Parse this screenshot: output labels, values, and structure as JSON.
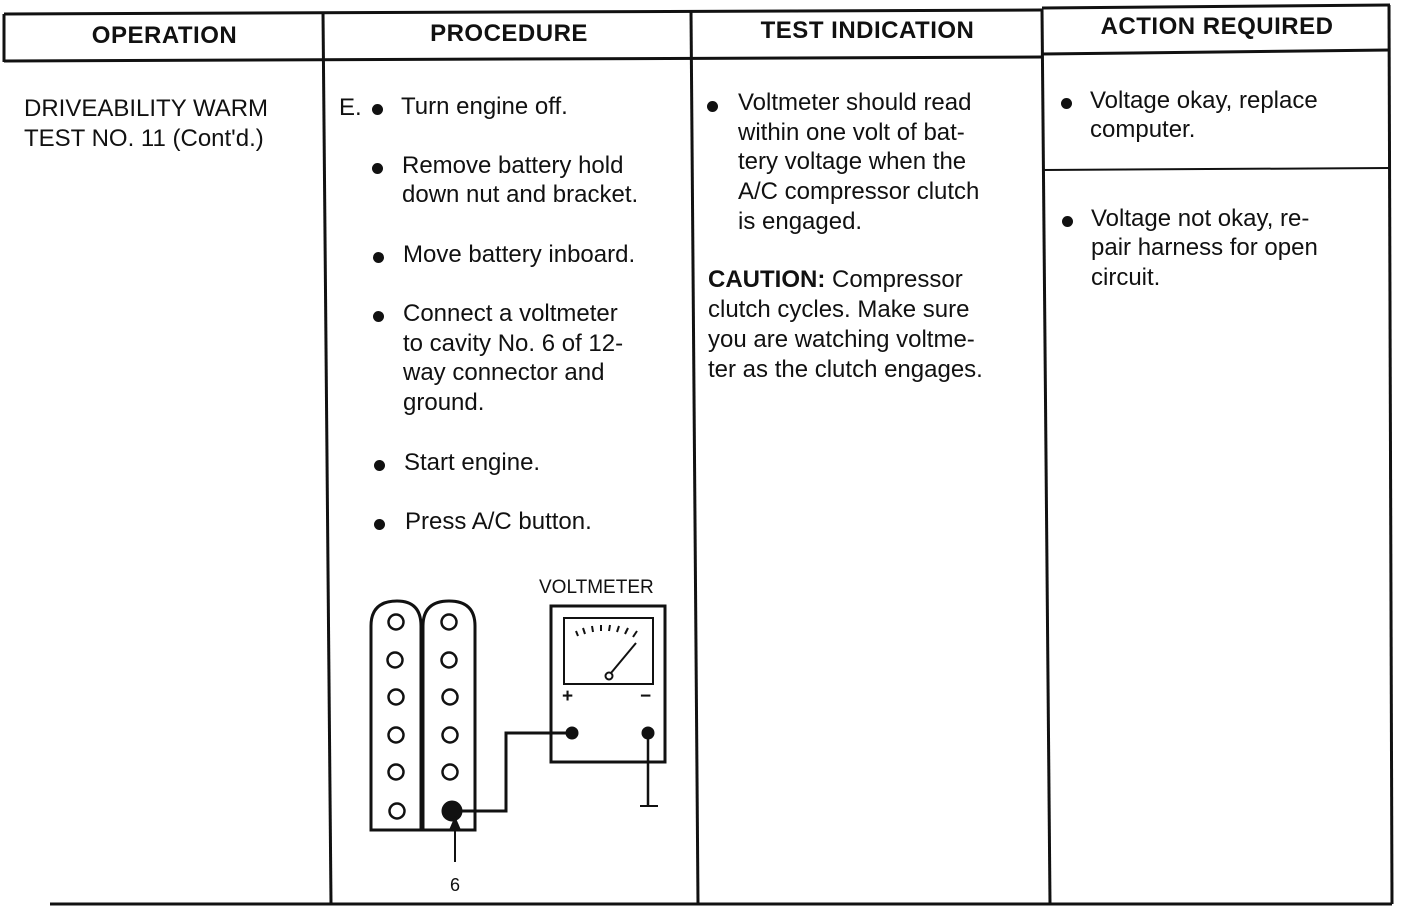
{
  "headers": {
    "operation": "OPERATION",
    "procedure": "PROCEDURE",
    "test_indication": "TEST INDICATION",
    "action_required": "ACTION REQUIRED"
  },
  "operation": {
    "lines": [
      "DRIVEABILITY WARM",
      "TEST NO. 11 (Cont'd.)"
    ]
  },
  "procedure": {
    "step_letter": "E.",
    "steps": [
      [
        "Turn engine off."
      ],
      [
        "Remove battery hold",
        "down nut and bracket."
      ],
      [
        "Move battery inboard."
      ],
      [
        "Connect a voltmeter",
        "to cavity No. 6 of 12-",
        "way connector and",
        "ground."
      ],
      [
        "Start engine."
      ],
      [
        "Press A/C button."
      ]
    ],
    "diagram": {
      "voltmeter_label": "VOLTMETER",
      "plus_label": "+",
      "minus_label": "−",
      "cavity_label": "6",
      "connector_cavities": 12,
      "highlighted_cavity": 6
    }
  },
  "test_indication": {
    "bullet_lines": [
      "Voltmeter should read",
      "within one volt of bat-",
      "tery voltage when the",
      "A/C compressor clutch",
      "is engaged."
    ],
    "caution_label": "CAUTION:",
    "caution_first": " Compressor",
    "caution_lines": [
      "clutch cycles. Make sure",
      "you are watching voltme-",
      "ter as the clutch engages."
    ]
  },
  "action_required": {
    "items": [
      [
        "Voltage okay, replace",
        "computer."
      ],
      [
        "Voltage not okay, re-",
        "pair harness for open",
        "circuit."
      ]
    ]
  }
}
